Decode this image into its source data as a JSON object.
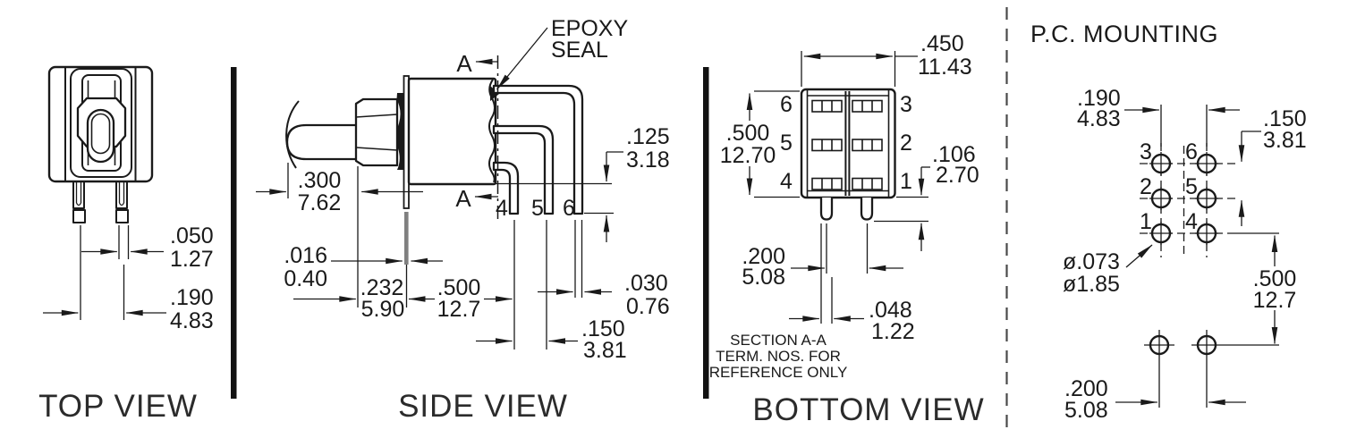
{
  "colors": {
    "line": "#1a1a1a",
    "bracket_gray": "#808080"
  },
  "views": {
    "top": {
      "label": "TOP VIEW",
      "dims": {
        "pin_width": {
          "in": ".050",
          "mm": "1.27"
        },
        "pin_spacing": {
          "in": ".190",
          "mm": "4.83"
        }
      }
    },
    "side": {
      "label": "SIDE VIEW",
      "section_letter": "A",
      "epoxy_seal": {
        "line1": "EPOXY",
        "line2": "SEAL"
      },
      "terminals": [
        "4",
        "5",
        "6"
      ],
      "dims": {
        "lever_travel": {
          "in": ".300",
          "mm": "7.62"
        },
        "bracket_thickness": {
          "in": ".016",
          "mm": "0.40"
        },
        "bushing_depth": {
          "in": ".232",
          "mm": "5.90"
        },
        "body_depth": {
          "in": ".500",
          "mm": "12.7"
        },
        "seal_height": {
          "in": ".125",
          "mm": "3.18"
        },
        "terminal_pitch": {
          "in": ".150",
          "mm": "3.81"
        },
        "terminal_thickness": {
          "in": ".030",
          "mm": "0.76"
        }
      }
    },
    "bottom": {
      "label": "BOTTOM VIEW",
      "left_terminals": [
        "6",
        "5",
        "4"
      ],
      "right_terminals": [
        "3",
        "2",
        "1"
      ],
      "note": {
        "line1": "SECTION A-A",
        "line2": "TERM. NOS. FOR",
        "line3": "REFERENCE ONLY"
      },
      "dims": {
        "body_width": {
          "in": ".450",
          "mm": "11.43"
        },
        "body_height": {
          "in": ".500",
          "mm": "12.70"
        },
        "pin_length": {
          "in": ".106",
          "mm": "2.70"
        },
        "pin_spacing": {
          "in": ".200",
          "mm": "5.08"
        },
        "pin_width": {
          "in": ".048",
          "mm": "1.22"
        }
      }
    },
    "pc": {
      "title": "P.C. MOUNTING",
      "hole_labels": [
        "3",
        "6",
        "2",
        "5",
        "1",
        "4"
      ],
      "dims": {
        "col_spacing": {
          "in": ".190",
          "mm": "4.83"
        },
        "row_spacing": {
          "in": ".150",
          "mm": "3.81"
        },
        "hole_diameter": {
          "in": "ø.073",
          "mm": "ø1.85"
        },
        "mount_row_offset": {
          "in": ".500",
          "mm": "12.7"
        },
        "mount_hole_spacing": {
          "in": ".200",
          "mm": "5.08"
        }
      }
    }
  }
}
